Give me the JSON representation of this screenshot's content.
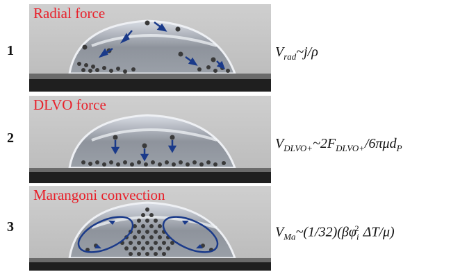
{
  "rows": [
    {
      "number": "1",
      "label": "Radial force",
      "equation": {
        "main": "V",
        "sub": "rad",
        "rest": "~j/ρ"
      }
    },
    {
      "number": "2",
      "label": "DLVO force",
      "equation": {
        "main": "V",
        "sub": "DLVO+",
        "rest": "~2F",
        "sub2": "DLVO+",
        "rest2": "/6πμd",
        "sub3": "P"
      }
    },
    {
      "number": "3",
      "label": "Marangoni convection",
      "equation": {
        "main": "V",
        "sub": "Ma",
        "rest": "~(1/32)(βφ",
        "sub2": "i",
        "sup2": "2",
        "rest2": "ΔT/μ)"
      }
    }
  ],
  "colors": {
    "label": "#e8202a",
    "arrow": "#1a3a8a",
    "particle": "#3a3a3a"
  }
}
